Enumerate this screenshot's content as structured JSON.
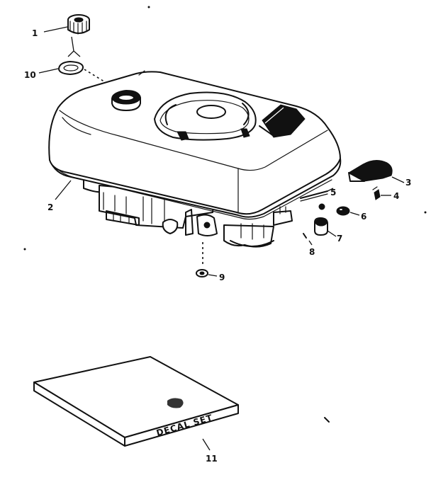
{
  "callouts": [
    {
      "id": "1",
      "label": "1"
    },
    {
      "id": "2",
      "label": "2"
    },
    {
      "id": "3",
      "label": "3"
    },
    {
      "id": "4",
      "label": "4"
    },
    {
      "id": "5",
      "label": "5"
    },
    {
      "id": "6",
      "label": "6"
    },
    {
      "id": "7",
      "label": "7"
    },
    {
      "id": "8",
      "label": "8"
    },
    {
      "id": "9",
      "label": "9"
    },
    {
      "id": "10",
      "label": "10"
    },
    {
      "id": "11",
      "label": "11"
    }
  ],
  "decal": {
    "label": "DECAL SET"
  }
}
